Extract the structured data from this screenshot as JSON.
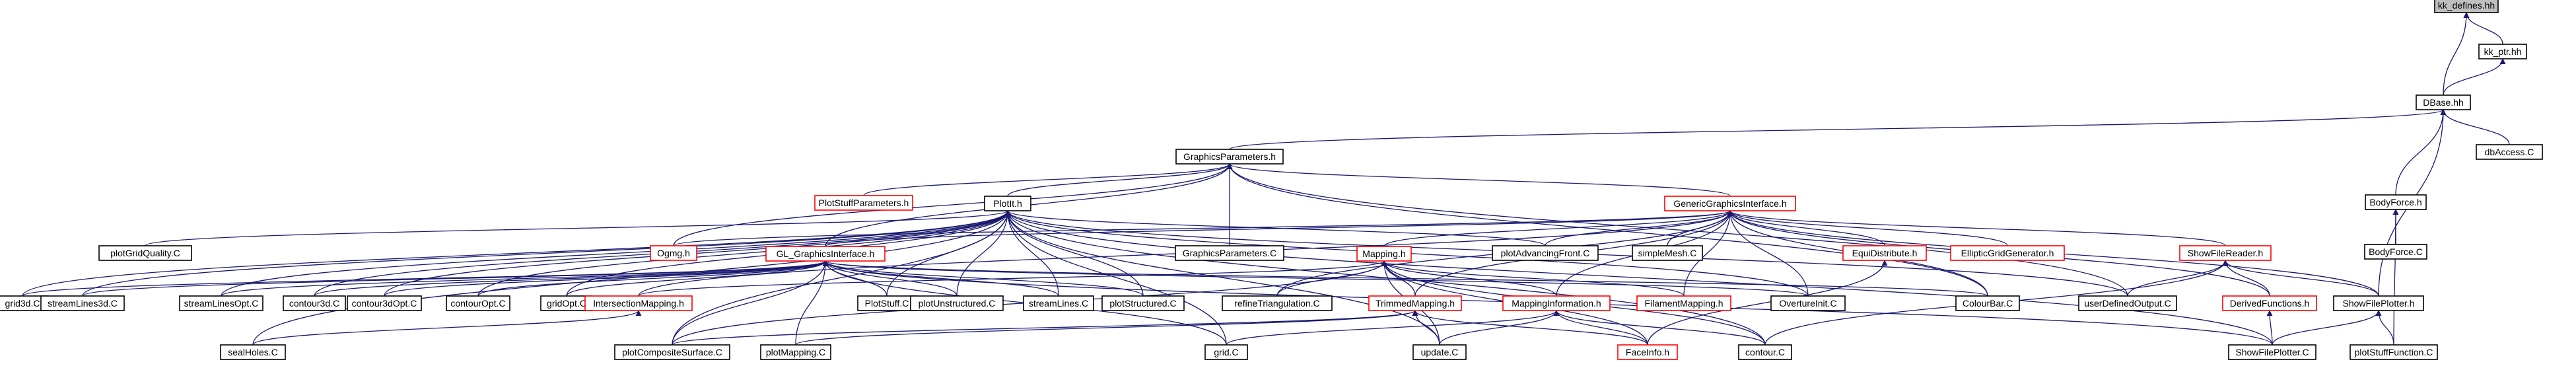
{
  "colors": {
    "background": "#ffffff",
    "edge": "#191970",
    "node_border": "#000000",
    "node_border_incomplete": "#ff0000",
    "highlight_fill": "#bfbfbf"
  },
  "nodes": [
    {
      "id": "kk_defines",
      "label": "kk_defines.hh",
      "style": "highlight"
    },
    {
      "id": "kk_ptr",
      "label": "kk_ptr.hh",
      "style": "normal"
    },
    {
      "id": "dbase",
      "label": "DBase.hh",
      "style": "normal"
    },
    {
      "id": "dbaccess",
      "label": "dbAccess.C",
      "style": "normal"
    },
    {
      "id": "graphicsparams",
      "label": "GraphicsParameters.h",
      "style": "normal"
    },
    {
      "id": "bodyforce_h",
      "label": "BodyForce.h",
      "style": "normal"
    },
    {
      "id": "plotstuffparams",
      "label": "PlotStuffParameters.h",
      "style": "red"
    },
    {
      "id": "plotit",
      "label": "PlotIt.h",
      "style": "normal"
    },
    {
      "id": "genericgi",
      "label": "GenericGraphicsInterface.h",
      "style": "red"
    },
    {
      "id": "bodyforce_c",
      "label": "BodyForce.C",
      "style": "normal"
    },
    {
      "id": "plotgridquality",
      "label": "plotGridQuality.C",
      "style": "normal"
    },
    {
      "id": "ogmg",
      "label": "Ogmg.h",
      "style": "red"
    },
    {
      "id": "graphicsparams_c",
      "label": "GraphicsParameters.C",
      "style": "normal"
    },
    {
      "id": "plotadvfront",
      "label": "plotAdvancingFront.C",
      "style": "normal"
    },
    {
      "id": "simplemesh",
      "label": "simpleMesh.C",
      "style": "normal"
    },
    {
      "id": "equidistribute",
      "label": "EquiDistribute.h",
      "style": "red"
    },
    {
      "id": "ellipticgrid",
      "label": "EllipticGridGenerator.h",
      "style": "red"
    },
    {
      "id": "showfilereader",
      "label": "ShowFileReader.h",
      "style": "red"
    },
    {
      "id": "glgi",
      "label": "GL_GraphicsInterface.h",
      "style": "red"
    },
    {
      "id": "mapping",
      "label": "Mapping.h",
      "style": "red"
    },
    {
      "id": "grid3d",
      "label": "grid3d.C",
      "style": "normal"
    },
    {
      "id": "streamlines3d",
      "label": "streamLines3d.C",
      "style": "normal"
    },
    {
      "id": "streamlinesopt",
      "label": "streamLinesOpt.C",
      "style": "normal"
    },
    {
      "id": "contour3d",
      "label": "contour3d.C",
      "style": "normal"
    },
    {
      "id": "contour3dopt",
      "label": "contour3dOpt.C",
      "style": "normal"
    },
    {
      "id": "contouropt",
      "label": "contourOpt.C",
      "style": "normal"
    },
    {
      "id": "gridopt",
      "label": "gridOpt.C",
      "style": "normal"
    },
    {
      "id": "intersectionmap",
      "label": "IntersectionMapping.h",
      "style": "red"
    },
    {
      "id": "plotstuff_c",
      "label": "PlotStuff.C",
      "style": "normal"
    },
    {
      "id": "plotunstructured",
      "label": "plotUnstructured.C",
      "style": "normal"
    },
    {
      "id": "streamlines_c",
      "label": "streamLines.C",
      "style": "normal"
    },
    {
      "id": "plotstructured",
      "label": "plotStructured.C",
      "style": "normal"
    },
    {
      "id": "refinetri",
      "label": "refineTriangulation.C",
      "style": "normal"
    },
    {
      "id": "trimmedmap",
      "label": "TrimmedMapping.h",
      "style": "red"
    },
    {
      "id": "mappinginfo",
      "label": "MappingInformation.h",
      "style": "red"
    },
    {
      "id": "filamentmap",
      "label": "FilamentMapping.h",
      "style": "red"
    },
    {
      "id": "overtureinit",
      "label": "OvertureInit.C",
      "style": "normal"
    },
    {
      "id": "colourbar",
      "label": "ColourBar.C",
      "style": "normal"
    },
    {
      "id": "useroutput",
      "label": "userDefinedOutput.C",
      "style": "normal"
    },
    {
      "id": "derivedfunc",
      "label": "DerivedFunctions.h",
      "style": "red"
    },
    {
      "id": "showfileplotter_h",
      "label": "ShowFilePlotter.h",
      "style": "normal"
    },
    {
      "id": "sealholes",
      "label": "sealHoles.C",
      "style": "normal"
    },
    {
      "id": "plotcompsurface",
      "label": "plotCompositeSurface.C",
      "style": "normal"
    },
    {
      "id": "plotmapping",
      "label": "plotMapping.C",
      "style": "normal"
    },
    {
      "id": "grid_c",
      "label": "grid.C",
      "style": "normal"
    },
    {
      "id": "update_c",
      "label": "update.C",
      "style": "normal"
    },
    {
      "id": "faceinfo",
      "label": "FaceInfo.h",
      "style": "red"
    },
    {
      "id": "contour_c",
      "label": "contour.C",
      "style": "normal"
    },
    {
      "id": "showfileplotter_c",
      "label": "ShowFilePlotter.C",
      "style": "normal"
    },
    {
      "id": "plotstufffunc",
      "label": "plotStuffFunction.C",
      "style": "normal"
    }
  ],
  "edges": [
    [
      "kk_defines",
      "kk_ptr"
    ],
    [
      "kk_defines",
      "dbase"
    ],
    [
      "kk_ptr",
      "dbase"
    ],
    [
      "dbase",
      "dbaccess"
    ],
    [
      "dbase",
      "graphicsparams"
    ],
    [
      "dbase",
      "bodyforce_h"
    ],
    [
      "dbase",
      "showfileplotter_h"
    ],
    [
      "bodyforce_h",
      "bodyforce_c"
    ],
    [
      "bodyforce_h",
      "plotstufffunc"
    ],
    [
      "graphicsparams",
      "plotstuffparams"
    ],
    [
      "graphicsparams",
      "plotit"
    ],
    [
      "graphicsparams",
      "genericgi"
    ],
    [
      "graphicsparams",
      "graphicsparams_c"
    ],
    [
      "graphicsparams",
      "ogmg"
    ],
    [
      "graphicsparams",
      "glgi"
    ],
    [
      "graphicsparams",
      "useroutput"
    ],
    [
      "graphicsparams",
      "colourbar"
    ],
    [
      "plotit",
      "plotgridquality"
    ],
    [
      "plotit",
      "grid3d"
    ],
    [
      "plotit",
      "streamlines3d"
    ],
    [
      "plotit",
      "streamlinesopt"
    ],
    [
      "plotit",
      "contour3d"
    ],
    [
      "plotit",
      "contour3dopt"
    ],
    [
      "plotit",
      "contouropt"
    ],
    [
      "plotit",
      "gridopt"
    ],
    [
      "plotit",
      "plotstuff_c"
    ],
    [
      "plotit",
      "plotunstructured"
    ],
    [
      "plotit",
      "streamlines_c"
    ],
    [
      "plotit",
      "plotstructured"
    ],
    [
      "plotit",
      "grid_c"
    ],
    [
      "plotit",
      "contour_c"
    ],
    [
      "plotit",
      "update_c"
    ],
    [
      "plotit",
      "sealholes"
    ],
    [
      "plotit",
      "showfileplotter_c"
    ],
    [
      "plotit",
      "plotcompsurface"
    ],
    [
      "plotit",
      "useroutput"
    ],
    [
      "plotit",
      "plotadvfront"
    ],
    [
      "plotit",
      "overtureinit"
    ],
    [
      "genericgi",
      "ogmg"
    ],
    [
      "genericgi",
      "glgi"
    ],
    [
      "genericgi",
      "mapping"
    ],
    [
      "genericgi",
      "plotadvfront"
    ],
    [
      "genericgi",
      "simplemesh"
    ],
    [
      "genericgi",
      "equidistribute"
    ],
    [
      "genericgi",
      "ellipticgrid"
    ],
    [
      "genericgi",
      "showfilereader"
    ],
    [
      "genericgi",
      "refinetri"
    ],
    [
      "genericgi",
      "trimmedmap"
    ],
    [
      "genericgi",
      "mappinginfo"
    ],
    [
      "genericgi",
      "filamentmap"
    ],
    [
      "genericgi",
      "overtureinit"
    ],
    [
      "genericgi",
      "colourbar"
    ],
    [
      "genericgi",
      "derivedfunc"
    ],
    [
      "genericgi",
      "showfileplotter_h"
    ],
    [
      "genericgi",
      "intersectionmap"
    ],
    [
      "glgi",
      "grid3d"
    ],
    [
      "glgi",
      "streamlines3d"
    ],
    [
      "glgi",
      "streamlinesopt"
    ],
    [
      "glgi",
      "contour3d"
    ],
    [
      "glgi",
      "contour3dopt"
    ],
    [
      "glgi",
      "contouropt"
    ],
    [
      "glgi",
      "gridopt"
    ],
    [
      "glgi",
      "plotstuff_c"
    ],
    [
      "glgi",
      "plotunstructured"
    ],
    [
      "glgi",
      "streamlines_c"
    ],
    [
      "glgi",
      "plotstructured"
    ],
    [
      "glgi",
      "plotcompsurface"
    ],
    [
      "glgi",
      "plotmapping"
    ],
    [
      "glgi",
      "grid_c"
    ],
    [
      "glgi",
      "overtureinit"
    ],
    [
      "glgi",
      "colourbar"
    ],
    [
      "glgi",
      "showfileplotter_c"
    ],
    [
      "mapping",
      "refinetri"
    ],
    [
      "mapping",
      "intersectionmap"
    ],
    [
      "mapping",
      "trimmedmap"
    ],
    [
      "mapping",
      "mappinginfo"
    ],
    [
      "mapping",
      "filamentmap"
    ],
    [
      "mapping",
      "faceinfo"
    ],
    [
      "mapping",
      "update_c"
    ],
    [
      "mapping",
      "contour_c"
    ],
    [
      "mapping",
      "plotcompsurface"
    ],
    [
      "intersectionmap",
      "sealholes"
    ],
    [
      "trimmedmap",
      "plotmapping"
    ],
    [
      "trimmedmap",
      "update_c"
    ],
    [
      "trimmedmap",
      "faceinfo"
    ],
    [
      "trimmedmap",
      "plotcompsurface"
    ],
    [
      "mappinginfo",
      "grid_c"
    ],
    [
      "mappinginfo",
      "update_c"
    ],
    [
      "mappinginfo",
      "contour_c"
    ],
    [
      "mappinginfo",
      "faceinfo"
    ],
    [
      "equidistribute",
      "faceinfo"
    ],
    [
      "showfilereader",
      "useroutput"
    ],
    [
      "showfilereader",
      "derivedfunc"
    ],
    [
      "showfilereader",
      "showfileplotter_h"
    ],
    [
      "showfilereader",
      "contour_c"
    ],
    [
      "derivedfunc",
      "showfileplotter_c"
    ],
    [
      "showfileplotter_h",
      "showfileplotter_c"
    ],
    [
      "showfileplotter_h",
      "plotstufffunc"
    ]
  ]
}
